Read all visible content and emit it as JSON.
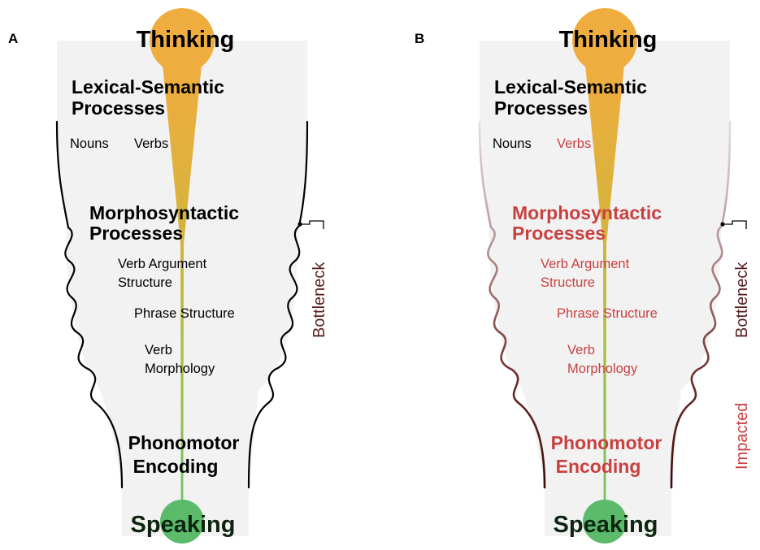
{
  "colors": {
    "background": "#ffffff",
    "funnel_fill": "#f2f2f2",
    "thinking_node": "#f0ad3f",
    "speaking_node": "#5bbb6b",
    "normal_text": "#000000",
    "impacted_text": "#c94040",
    "bottleneck_text": "#5a1e1e",
    "wall_normal": "#000000",
    "wall_impacted_dark": "#3a0b0b",
    "wall_impacted_light": "#d8c4c4"
  },
  "panels": [
    {
      "letter": "A",
      "top_label": "Thinking",
      "lexical_heading": [
        "Lexical-Semantic",
        "Processes"
      ],
      "nouns": "Nouns",
      "verbs": "Verbs",
      "morpho_heading": [
        "Morphosyntactic",
        "Processes"
      ],
      "verb_argument": [
        "Verb Argument",
        "Structure"
      ],
      "phrase_structure": "Phrase Structure",
      "verb_morphology": [
        "Verb",
        "Morphology"
      ],
      "phonomotor": [
        "Phonomotor",
        "Encoding"
      ],
      "bottom_label": "Speaking",
      "bottleneck_label": "Bottleneck",
      "impacted_label": "",
      "impaired": false
    },
    {
      "letter": "B",
      "top_label": "Thinking",
      "lexical_heading": [
        "Lexical-Semantic",
        "Processes"
      ],
      "nouns": "Nouns",
      "verbs": "Verbs",
      "morpho_heading": [
        "Morphosyntactic",
        "Processes"
      ],
      "verb_argument": [
        "Verb Argument",
        "Structure"
      ],
      "phrase_structure": "Phrase Structure",
      "verb_morphology": [
        "Verb",
        "Morphology"
      ],
      "phonomotor": [
        "Phonomotor",
        "Encoding"
      ],
      "bottom_label": "Speaking",
      "bottleneck_label": "Bottleneck",
      "impacted_label": "Impacted",
      "impaired": true
    }
  ]
}
